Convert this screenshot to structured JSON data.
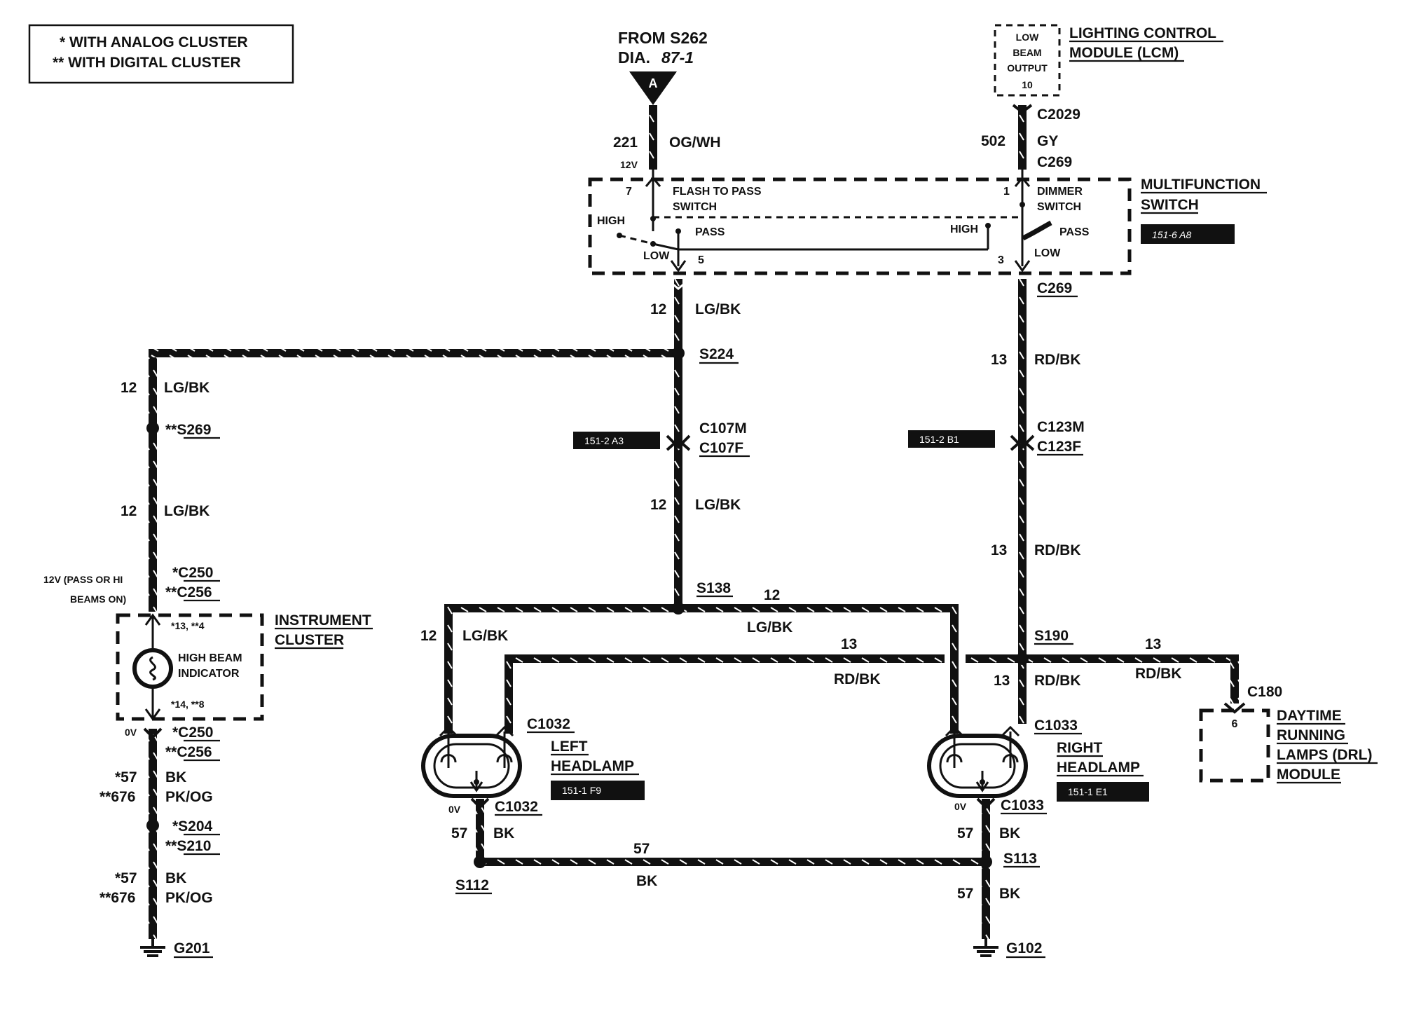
{
  "legend": {
    "line1": "* WITH ANALOG CLUSTER",
    "line2": "** WITH DIGITAL CLUSTER"
  },
  "source": {
    "from_line1": "FROM S262",
    "from_line2": "DIA.",
    "dia_ref": "87-1",
    "flag": "A",
    "circuit": "221",
    "color": "OG/WH",
    "voltage": "12V"
  },
  "lcm": {
    "box_line1": "LOW",
    "box_line2": "BEAM",
    "box_line3": "OUTPUT",
    "box_pin": "10",
    "title_line1": "LIGHTING CONTROL",
    "title_line2": "MODULE (LCM)",
    "connector": "C2029",
    "circuit": "502",
    "color": "GY",
    "connector_switch": "C269"
  },
  "switch": {
    "title_line1": "MULTIFUNCTION",
    "title_line2": "SWITCH",
    "ref": "151-6 A8",
    "pin_left_top": "7",
    "pin_right_top": "1",
    "flash_line1": "FLASH TO PASS",
    "flash_line2": "SWITCH",
    "dimmer_line1": "DIMMER",
    "dimmer_line2": "SWITCH",
    "high_left": "HIGH",
    "pass_left": "PASS",
    "high_right": "HIGH",
    "pass_right": "PASS",
    "low_left": "LOW",
    "low_right": "LOW",
    "pin_left_bottom": "5",
    "pin_right_bottom": "3",
    "connector_bottom": "C269"
  },
  "wires": {
    "lgbk": "LG/BK",
    "rdbk": "RD/BK",
    "bk": "BK",
    "pkog": "PK/OG",
    "c12": "12",
    "c13": "13",
    "c57": "57",
    "c676": "**676",
    "c57a": "*57"
  },
  "splices": {
    "s224": "S224",
    "s269": "**S269",
    "s138": "S138",
    "s190": "S190",
    "s112": "S112",
    "s113": "S113",
    "s204": "*S204",
    "s210": "**S210"
  },
  "connectors": {
    "c107m": "C107M",
    "c107f": "C107F",
    "c107_ref": "151-2 A3",
    "c123m": "C123M",
    "c123f": "C123F",
    "c123_ref": "151-2 B1",
    "c250": "*C250",
    "c256": "**C256",
    "c1032": "C1032",
    "c1033": "C1033",
    "c180": "C180"
  },
  "cluster": {
    "title_line1": "INSTRUMENT",
    "title_line2": "CLUSTER",
    "indicator_line1": "HIGH BEAM",
    "indicator_line2": "INDICATOR",
    "pins_top": "*13, **4",
    "pins_bottom": "*14, **8",
    "note_line1": "12V (PASS OR HI",
    "note_line2": "BEAMS ON)",
    "zero_v": "0V"
  },
  "left_headlamp": {
    "title_line1": "LEFT",
    "title_line2": "HEADLAMP",
    "ref": "151-1 F9",
    "zero_v": "0V"
  },
  "right_headlamp": {
    "title_line1": "RIGHT",
    "title_line2": "HEADLAMP",
    "ref": "151-1 E1",
    "zero_v": "0V"
  },
  "drl": {
    "pin": "6",
    "title_line1": "DAYTIME",
    "title_line2": "RUNNING",
    "title_line3": "LAMPS (DRL)",
    "title_line4": "MODULE"
  },
  "grounds": {
    "g201": "G201",
    "g102": "G102"
  }
}
